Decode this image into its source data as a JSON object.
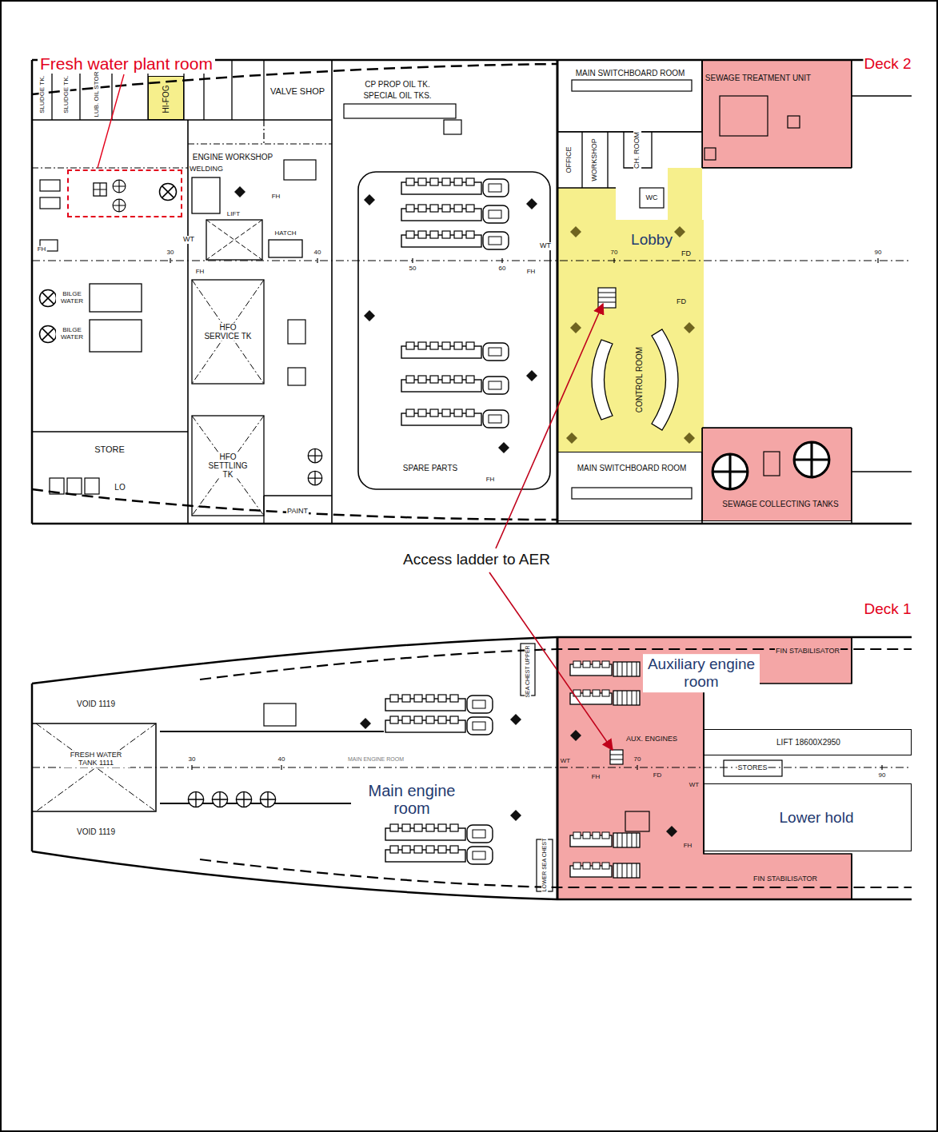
{
  "diagram": {
    "nodes": [
      {
        "text": [
          "HI-FOG"
        ]
      },
      {
        "text": [
          "Fresh water plant room"
        ]
      },
      {
        "text": [
          "MAIN SWITCHBOARD ROOM"
        ]
      },
      {
        "text": [
          "SEWAGE TREATMENT UNIT"
        ]
      },
      {
        "text": [
          "Lobby"
        ]
      },
      {
        "text": [
          "CONTROL ROOM"
        ]
      },
      {
        "text": [
          "MAIN SWITCHBOARD ROOM"
        ]
      },
      {
        "text": [
          "SEWAGE COLLECTING TANKS"
        ]
      },
      {
        "text": [
          "Auxiliary engine room"
        ]
      },
      {
        "text": [
          "LIFT 18600X2950"
        ]
      },
      {
        "text": [
          "Lower hold"
        ]
      }
    ],
    "labels": [
      "Deck 2",
      "Deck 1",
      "Access ladder to AER",
      "SLUDGE TK.",
      "SLUDGE TK.",
      "LUB. OIL STOR",
      "VALVE SHOP",
      "CP PROP OIL TK.",
      "SPECIAL OIL TKS.",
      "ENGINE WORKSHOP",
      "WELDING",
      "LIFT",
      "HATCH",
      "HFO SERVICE TK",
      "HFO SETTLING TK",
      "BILGE WATER",
      "BILGE WATER",
      "STORE",
      "LO",
      "PAINT",
      "SPARE PARTS",
      "OFFICE",
      "WORKSHOP",
      "CH. ROOM",
      "WC",
      "FD",
      "FD",
      "WT",
      "WT",
      "FH",
      "FH",
      "FH",
      "FH",
      "FH",
      "30",
      "40",
      "50",
      "60",
      "70",
      "90",
      "VOID 1119",
      "FRESH WATER TANK 1111",
      "VOID 1119",
      "SEA CHEST UPPER",
      "MAIN ENGINE ROOM",
      "Main engine room",
      "LOWER SEA CHEST",
      "FIN STABILISATOR",
      "AUX. ENGINES",
      "30",
      "40",
      "70",
      "90",
      "WT",
      "FH",
      "FD",
      "WT",
      "STORES",
      "FIN STABILISATOR",
      "FH"
    ]
  }
}
